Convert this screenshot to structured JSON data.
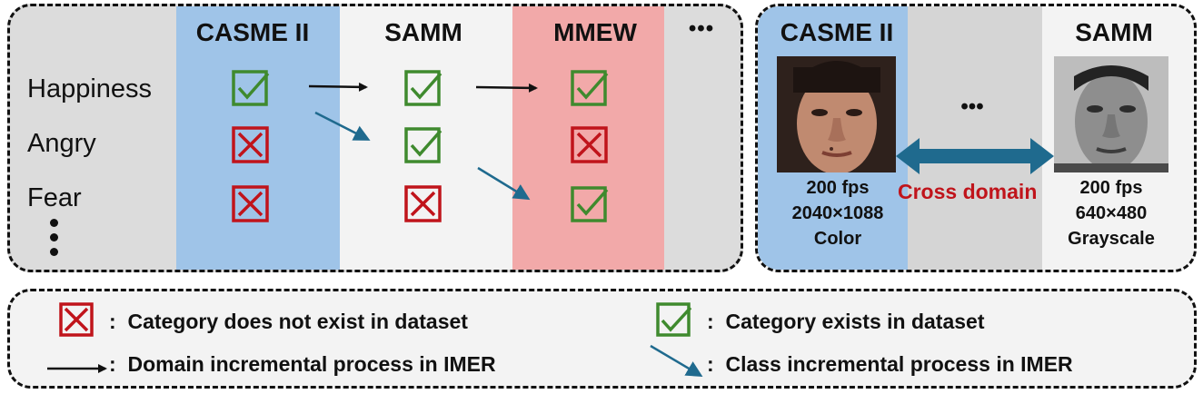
{
  "datasets_panel": {
    "columns": [
      "CASME II",
      "SAMM",
      "MMEW"
    ],
    "ellipsis": "•••",
    "rows": [
      "Happiness",
      "Angry",
      "Fear"
    ],
    "cells": [
      [
        "exists",
        "exists",
        "exists"
      ],
      [
        "absent",
        "exists",
        "absent"
      ],
      [
        "absent",
        "absent",
        "exists"
      ]
    ],
    "colors": {
      "casme": "#9fc4e8",
      "samm": "#f3f3f3",
      "mmew": "#f2a9a9",
      "panel_bg": "#dcdcdc",
      "check": "#3f8a2e",
      "cross": "#c0141b",
      "class_arrow": "#1f6a8e"
    }
  },
  "cross_domain_panel": {
    "left": {
      "name": "CASME II",
      "fps": "200 fps",
      "resolution": "2040×1088",
      "mode": "Color"
    },
    "right": {
      "name": "SAMM",
      "fps": "200 fps",
      "resolution": "640×480",
      "mode": "Grayscale"
    },
    "middle_ellipsis": "•••",
    "arrow_label": "Cross domain",
    "arrow_label_color": "#c0141b"
  },
  "legend": {
    "separator": ":",
    "absent": "Category does not exist in dataset",
    "exists": "Category exists in dataset",
    "domain_arrow": "Domain incremental process in IMER",
    "class_arrow": "Class incremental process in IMER"
  }
}
